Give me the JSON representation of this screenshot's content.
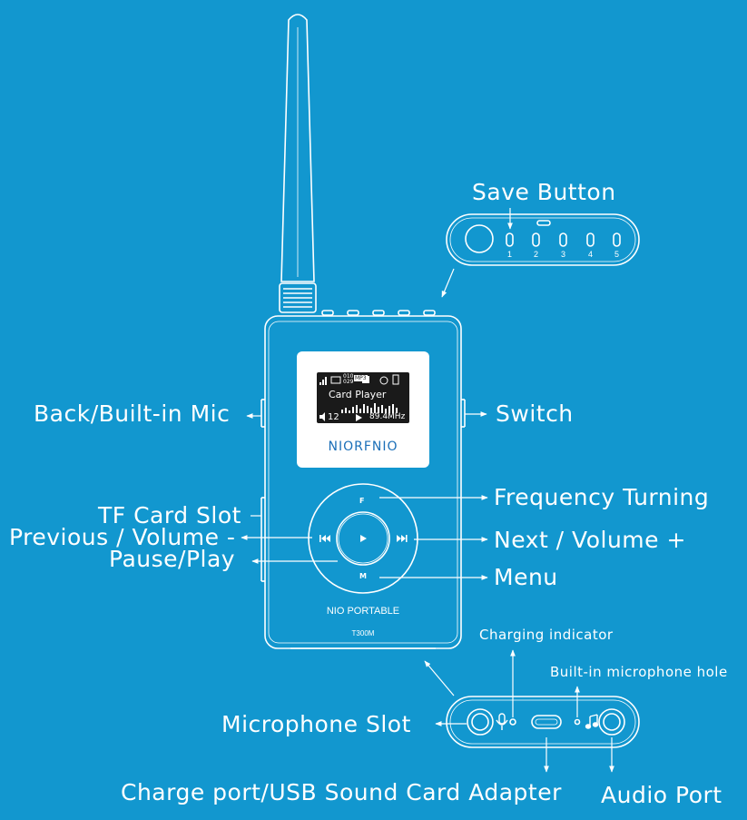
{
  "colors": {
    "background": "#1297cf",
    "line": "#ffffff",
    "screen": "#1a1a1a",
    "brand_text": "#1b6fb8"
  },
  "labels": {
    "save_button": "Save Button",
    "back_mic": "Back/Built-in Mic",
    "switch": "Switch",
    "tf_card": "TF Card Slot",
    "prev_volume": "Previous / Volume -",
    "pause_play": "Pause/Play",
    "frequency": "Frequency Turning",
    "next_volume": "Next / Volume +",
    "menu": "Menu",
    "charging": "Charging indicator",
    "mic_hole": "Built-in microphone hole",
    "mic_slot": "Microphone Slot",
    "charge_port": "Charge port/USB Sound Card Adapter",
    "audio_port": "Audio Port"
  },
  "device": {
    "brand": "NIORFNIO",
    "model_name": "NIO PORTABLE",
    "model_code": "T300M",
    "wheel_top": "F",
    "wheel_bottom": "M"
  },
  "screen": {
    "status_top": "010",
    "status_bottom": "029",
    "format": "MP3",
    "mode": "Card Player",
    "volume": "12",
    "frequency": "89.4MHz"
  },
  "save_panel": {
    "numbers": [
      "1",
      "2",
      "3",
      "4",
      "5"
    ]
  },
  "icons": [
    "antenna-icon",
    "signal-icon",
    "play-icon",
    "previous-icon",
    "next-icon",
    "microphone-icon",
    "music-note-icon",
    "usb-port-icon",
    "jack-icon"
  ]
}
